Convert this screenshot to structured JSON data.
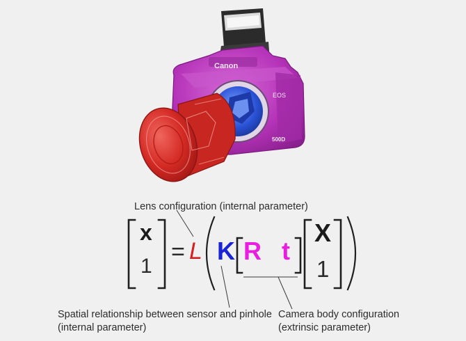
{
  "labels": {
    "lens": "Lens configuration (internal parameter)",
    "spatial_line1": "Spatial relationship between sensor and pinhole",
    "spatial_line2": "(internal parameter)",
    "camera_line1": "Camera body configuration",
    "camera_line2": "(extrinsic parameter)"
  },
  "equation": {
    "x_small": "x",
    "one_small": "1",
    "equals": "=",
    "lambda": "L",
    "K": "K",
    "R": "R",
    "t": "t",
    "X_big": "X",
    "one_big": "1"
  },
  "camera_brand": {
    "name": "Canon",
    "series": "EOS",
    "model": "500D"
  },
  "colors": {
    "body": "#b634b9",
    "lens": "#d42a24",
    "sensor": "#2a52d6",
    "K": "#1a23d6",
    "Rt": "#ea1ee0",
    "lambda": "#d42020"
  }
}
